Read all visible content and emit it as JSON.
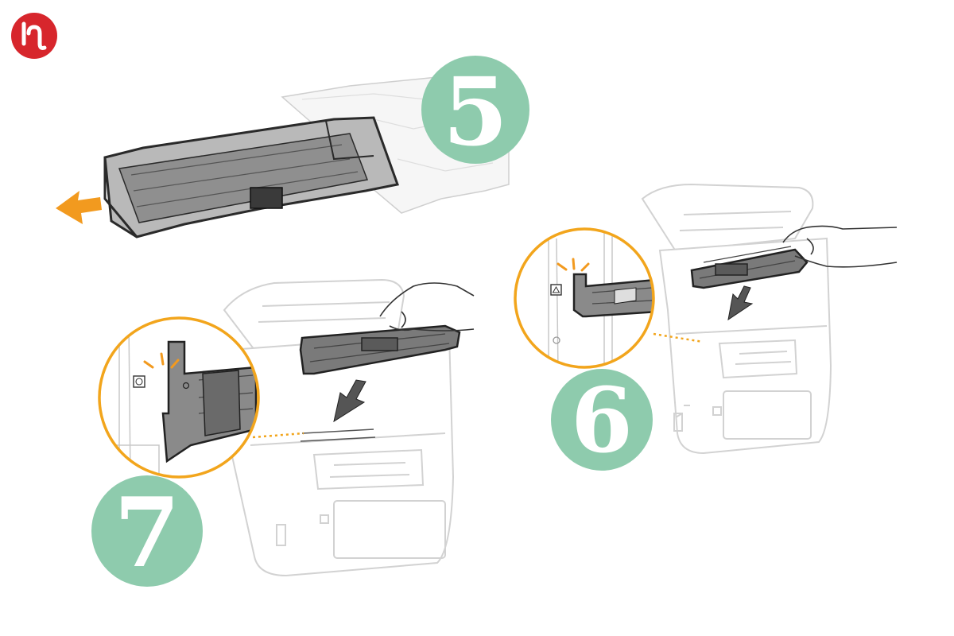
{
  "logo": {
    "glyph": "lŋ",
    "color": "#d7262c"
  },
  "steps": [
    {
      "number": "5"
    },
    {
      "number": "6"
    },
    {
      "number": "7"
    }
  ],
  "colors": {
    "step_badge": "#8ecbad",
    "step_text": "#ffffff",
    "callout": "#f2a51c",
    "arrow": "#f29a1f",
    "printer_line": "#d2d2d2",
    "cartridge_dark": "#2a2a2a",
    "cartridge_fill": "#6e6e6e",
    "cartridge_light": "#d8d8d8"
  },
  "icons": [
    "logo-icon",
    "left-arrow-icon",
    "down-arrow-icon",
    "hand-icon",
    "click-marks-icon",
    "triangle-icon",
    "circle-icon"
  ]
}
